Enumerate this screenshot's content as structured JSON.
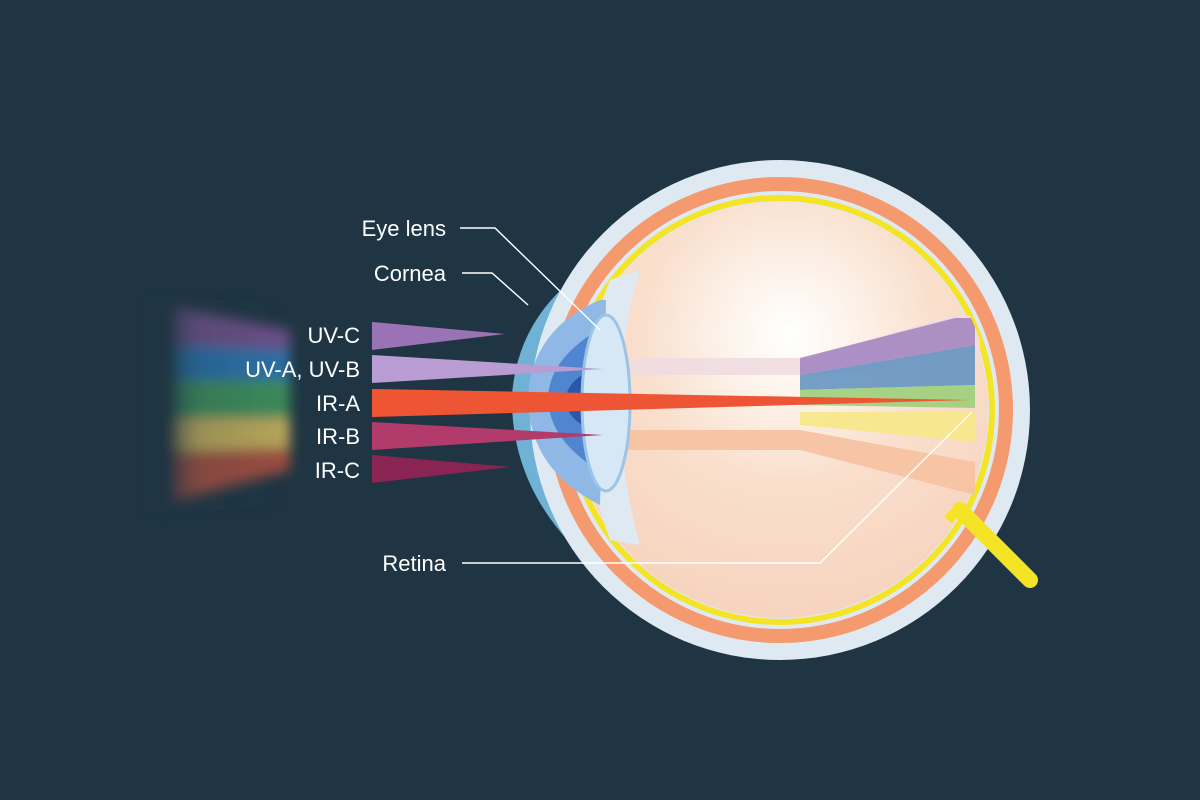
{
  "labels": {
    "eye_lens": "Eye lens",
    "cornea": "Cornea",
    "retina": "Retina"
  },
  "rays": [
    {
      "id": "uv-c",
      "label": "UV-C",
      "color": "#9a72b6"
    },
    {
      "id": "uv-ab",
      "label": "UV-A, UV-B",
      "color": "#b99cd2"
    },
    {
      "id": "ir-a",
      "label": "IR-A",
      "color": "#ee5535"
    },
    {
      "id": "ir-b",
      "label": "IR-B",
      "color": "#b23b6c"
    },
    {
      "id": "ir-c",
      "label": "IR-C",
      "color": "#8a2553"
    }
  ],
  "colors": {
    "background": "#1f3543",
    "sclera": "#dfe9f2",
    "choroid": "#f49a6e",
    "retina": "#f5e426",
    "cornea": "#6fb2d6",
    "iris": "#2a6fc0",
    "lens": "#d6e8f5"
  }
}
